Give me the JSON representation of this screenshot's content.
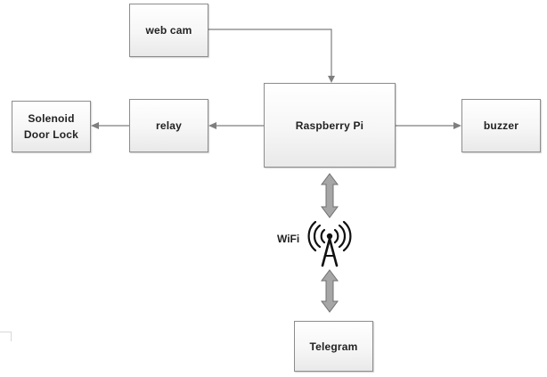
{
  "diagram": {
    "nodes": {
      "webcam": "web cam",
      "raspberry_pi": "Raspberry Pi",
      "relay": "relay",
      "solenoid_line1": "Solenoid",
      "solenoid_line2": "Door Lock",
      "buzzer": "buzzer",
      "telegram": "Telegram"
    },
    "wifi_label": "WiFi",
    "colors": {
      "box_border": "#8c8c8c",
      "line": "#7f7f7f",
      "double_arrow_fill": "#a6a6a6",
      "antenna": "#111111"
    },
    "edges": [
      {
        "from": "web cam",
        "to": "Raspberry Pi",
        "type": "arrow"
      },
      {
        "from": "Raspberry Pi",
        "to": "relay",
        "type": "arrow"
      },
      {
        "from": "relay",
        "to": "Solenoid Door Lock",
        "type": "arrow"
      },
      {
        "from": "Raspberry Pi",
        "to": "buzzer",
        "type": "arrow"
      },
      {
        "from": "Raspberry Pi",
        "to": "WiFi",
        "type": "bidirectional"
      },
      {
        "from": "WiFi",
        "to": "Telegram",
        "type": "bidirectional"
      }
    ]
  }
}
